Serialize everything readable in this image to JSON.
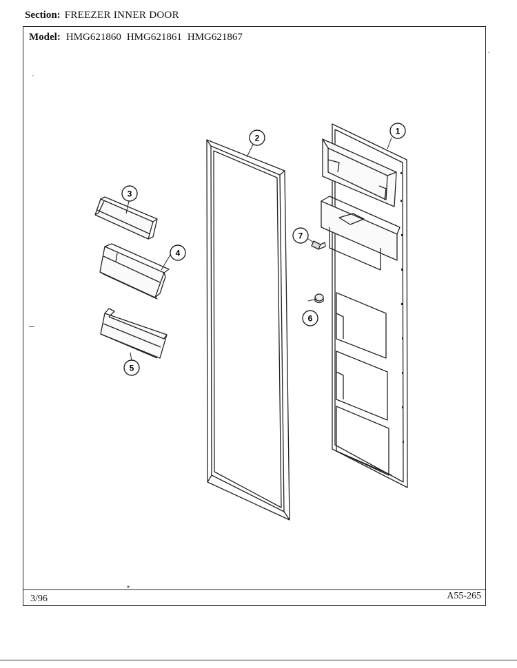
{
  "header": {
    "section_label": "Section:",
    "section_value": "FREEZER INNER DOOR",
    "model_label": "Model:",
    "models": [
      "HMG621860",
      "HMG621861",
      "HMG621867"
    ]
  },
  "footer": {
    "date": "3/96",
    "code": "A55-265"
  },
  "callouts": [
    "1",
    "2",
    "3",
    "4",
    "5",
    "6",
    "7"
  ]
}
